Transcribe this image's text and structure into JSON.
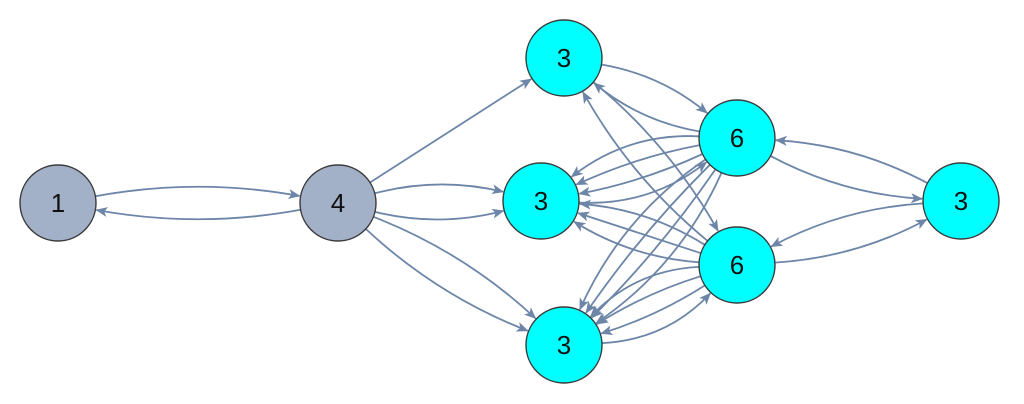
{
  "colors": {
    "gray_node": "#a2b0c8",
    "cyan_node": "#00ffff",
    "edge": "#6d86a8",
    "outline": "#3a3a3a"
  },
  "nodes": [
    {
      "id": "n1",
      "label": "1",
      "fill": "gray_node"
    },
    {
      "id": "n4",
      "label": "4",
      "fill": "gray_node"
    },
    {
      "id": "c_top",
      "label": "3",
      "fill": "cyan_node"
    },
    {
      "id": "c_mid",
      "label": "3",
      "fill": "cyan_node"
    },
    {
      "id": "c_bot",
      "label": "3",
      "fill": "cyan_node"
    },
    {
      "id": "s_top",
      "label": "6",
      "fill": "cyan_node"
    },
    {
      "id": "s_bot",
      "label": "6",
      "fill": "cyan_node"
    },
    {
      "id": "right",
      "label": "3",
      "fill": "cyan_node"
    }
  ],
  "edges": [
    {
      "from": "n1",
      "to": "n4"
    },
    {
      "from": "n4",
      "to": "n1"
    },
    {
      "from": "n4",
      "to": "c_top"
    },
    {
      "from": "n4",
      "to": "c_mid"
    },
    {
      "from": "n4",
      "to": "c_mid"
    },
    {
      "from": "n4",
      "to": "c_bot"
    },
    {
      "from": "n4",
      "to": "c_bot"
    },
    {
      "from": "c_top",
      "to": "s_top"
    },
    {
      "from": "s_top",
      "to": "c_top"
    },
    {
      "from": "c_top",
      "to": "s_bot"
    },
    {
      "from": "s_bot",
      "to": "c_top"
    },
    {
      "from": "s_top",
      "to": "c_mid"
    },
    {
      "from": "s_top",
      "to": "c_mid"
    },
    {
      "from": "s_top",
      "to": "c_mid"
    },
    {
      "from": "c_mid",
      "to": "s_top"
    },
    {
      "from": "s_top",
      "to": "c_bot"
    },
    {
      "from": "s_top",
      "to": "c_bot"
    },
    {
      "from": "s_top",
      "to": "c_bot"
    },
    {
      "from": "s_top",
      "to": "c_bot"
    },
    {
      "from": "s_bot",
      "to": "c_mid"
    },
    {
      "from": "s_bot",
      "to": "c_mid"
    },
    {
      "from": "s_bot",
      "to": "c_mid"
    },
    {
      "from": "s_bot",
      "to": "c_bot"
    },
    {
      "from": "s_bot",
      "to": "c_bot"
    },
    {
      "from": "s_bot",
      "to": "c_bot"
    },
    {
      "from": "c_bot",
      "to": "s_bot"
    },
    {
      "from": "s_top",
      "to": "right"
    },
    {
      "from": "right",
      "to": "s_top"
    },
    {
      "from": "s_bot",
      "to": "right"
    },
    {
      "from": "right",
      "to": "s_bot"
    }
  ]
}
